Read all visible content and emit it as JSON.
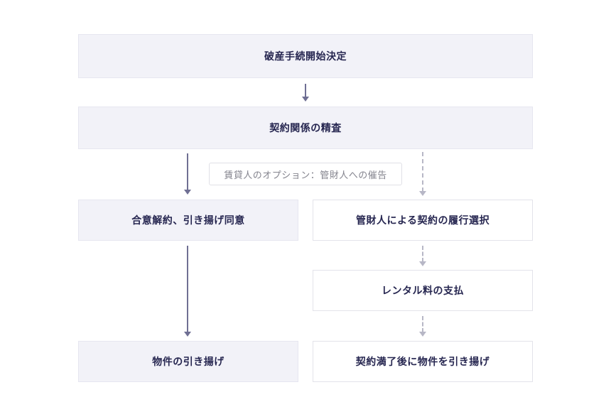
{
  "diagram": {
    "nodes": {
      "start": "破産手続開始決定",
      "review": "契約関係の精査",
      "option_note": "賃貸人のオプション：管財人への催告",
      "mutual_termination": "合意解約、引き揚げ同意",
      "trustee_performance": "管財人による契約の履行選択",
      "rental_payment": "レンタル料の支払",
      "retrieve_property": "物件の引き揚げ",
      "retrieve_after_expiry": "契約満了後に物件を引き揚げ"
    },
    "colors": {
      "filled_box_bg": "#f2f2f8",
      "filled_box_border": "#e6e6f0",
      "outline_box_border": "#e3e3ea",
      "node_text": "#262650",
      "note_text": "#84848e",
      "solid_arrow": "#6f6f93",
      "dashed_arrow": "#b7b7c6"
    }
  }
}
